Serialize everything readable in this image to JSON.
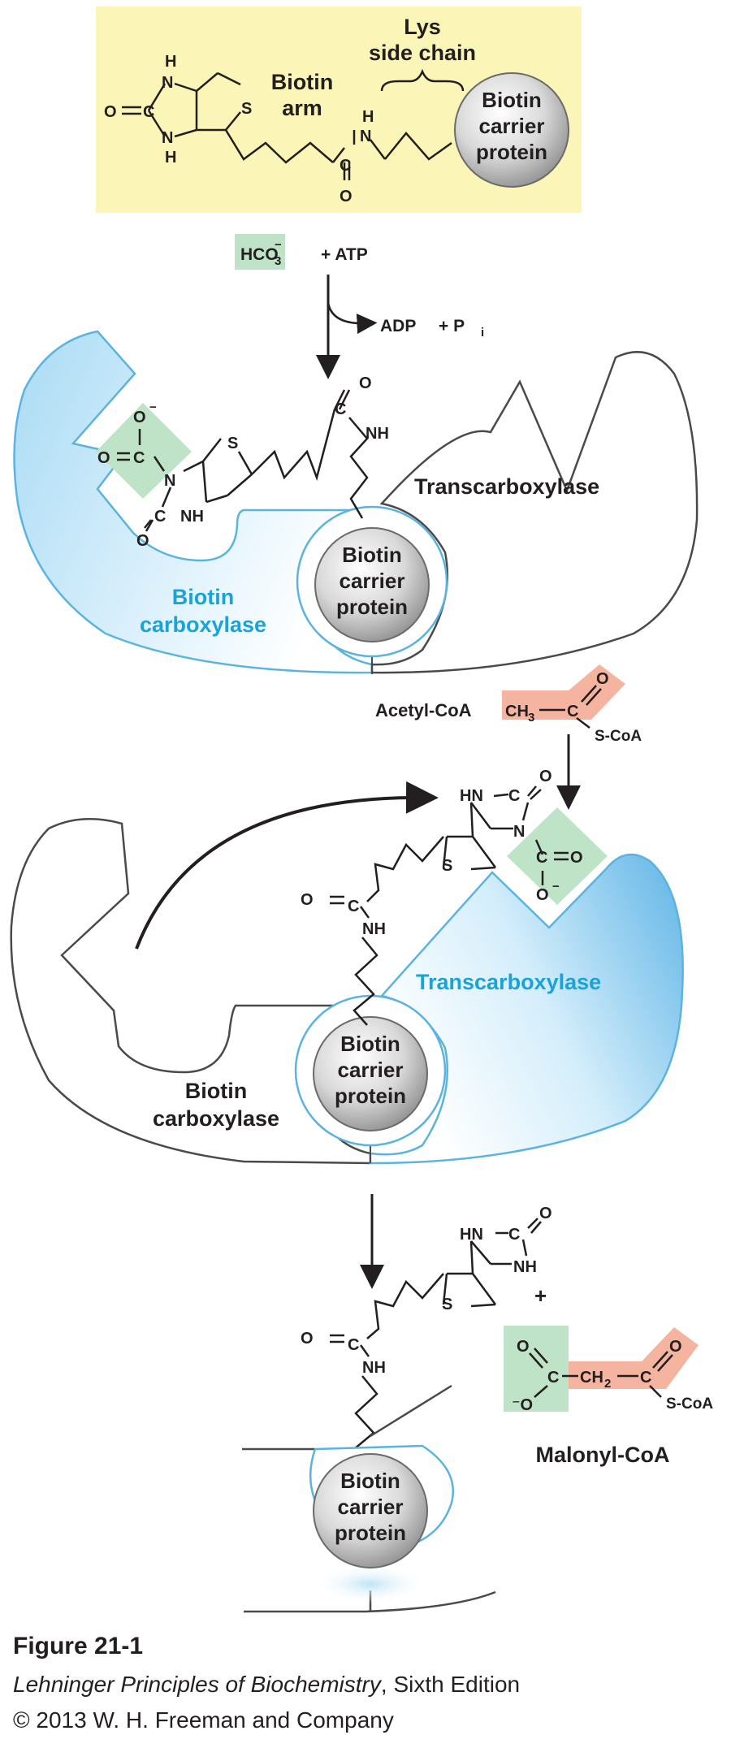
{
  "figure": {
    "number": "Figure 21-1",
    "book_title": "Lehninger Principles of Biochemistry",
    "edition": ", Sixth Edition",
    "copyright": "© 2013 W. H. Freeman and Company"
  },
  "top_panel": {
    "lys_label": "Lys",
    "side_chain_label": "side chain",
    "biotin_label": "Biotin",
    "arm_label": "arm",
    "carrier_line1": "Biotin",
    "carrier_line2": "carrier",
    "carrier_line3": "protein"
  },
  "reaction1": {
    "hco3": "HCO",
    "hco3_sub": "3",
    "hco3_sup": "−",
    "plus_atp": "+ ATP",
    "adp": "ADP",
    "plus_pi": "+ P",
    "pi_sub": "i"
  },
  "enzyme1": {
    "transcarboxylase": "Transcarboxylase",
    "biotin_carboxylase_line1": "Biotin",
    "biotin_carboxylase_line2": "carboxylase"
  },
  "acetyl": {
    "label": "Acetyl-CoA",
    "ch3": "CH",
    "ch3_sub": "3",
    "c": "C",
    "o": "O",
    "scoa": "S-CoA"
  },
  "enzyme2": {
    "transcarboxylase": "Transcarboxylase",
    "biotin_carboxylase_line1": "Biotin",
    "biotin_carboxylase_line2": "carboxylase"
  },
  "product": {
    "plus": "+",
    "malonyl_label": "Malonyl-CoA",
    "ch2": "CH",
    "ch2_sub": "2",
    "scoa": "S-CoA"
  },
  "colors": {
    "yellow_box": "#fbf6b8",
    "green_highlight": "#bfe3c6",
    "salmon_highlight": "#f5b4a0",
    "enzyme_blue": "#7cc4ec",
    "enzyme_outline": "#4a4a4a",
    "cyan_label": "#1aa3d9"
  }
}
